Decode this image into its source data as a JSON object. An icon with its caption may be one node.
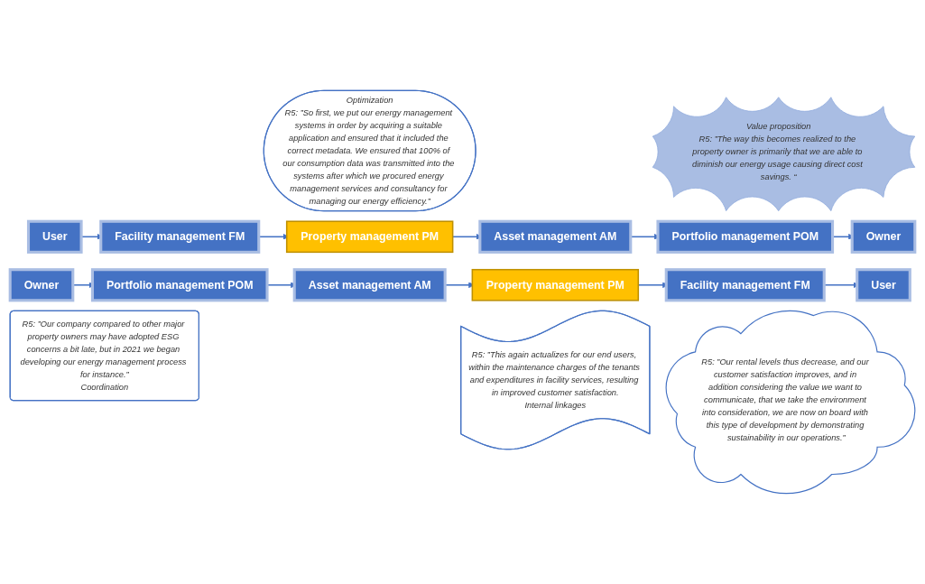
{
  "diagram": {
    "nodes": [
      {
        "text": [
          "Optimization",
          "R5: ”So first, we put our energy management systems in order by acquiring a suitable application and ensured that it included the correct metadata. We ensured that 100% of our consumption data was transmitted into the systems after which we procured energy management services and consultancy for managing our energy efficiency.”"
        ]
      },
      {
        "text": [
          "Value proposition",
          "R5: ”The way this becomes realized to the property owner is primarily that we are able to diminish our energy usage causing direct cost savings. “"
        ]
      },
      {
        "text": [
          "User"
        ]
      },
      {
        "text": [
          "Facility management FM"
        ]
      },
      {
        "text": [
          "Property management PM"
        ]
      },
      {
        "text": [
          "Asset management AM"
        ]
      },
      {
        "text": [
          "Portfolio management POM"
        ]
      },
      {
        "text": [
          "Owner"
        ]
      },
      {
        "text": [
          "Owner"
        ]
      },
      {
        "text": [
          "Portfolio management POM"
        ]
      },
      {
        "text": [
          "Asset management AM"
        ]
      },
      {
        "text": [
          "Property management PM"
        ]
      },
      {
        "text": [
          "Facility management FM"
        ]
      },
      {
        "text": [
          "User"
        ]
      },
      {
        "text": [
          "R5: ”Our rental levels thus decrease, and our customer satisfaction improves, and in addition considering the value we want to communicate, that we take the environment into consideration, we are now on board with this type of development by demonstrating sustainability in our operations.”"
        ]
      },
      {
        "text": [
          "R5: ”Our company compared to other major property owners may have adopted ESG concerns a bit late, but in 2021 we began developing our energy management process for instance.”",
          "Coordination"
        ]
      },
      {
        "text": [
          "R5: ”This again actualizes for our end users, within the maintenance charges of the tenants and expenditures in facility services, resulting in improved customer satisfaction.",
          "Internal linkages"
        ]
      }
    ],
    "edges": [
      {
        "from": 2,
        "to": 3,
        "arrow": "to"
      },
      {
        "from": 3,
        "to": 4,
        "arrow": "to"
      },
      {
        "from": 4,
        "to": 5,
        "arrow": "to"
      },
      {
        "from": 5,
        "to": 6,
        "arrow": "to"
      },
      {
        "from": 6,
        "to": 7,
        "arrow": "to"
      },
      {
        "from": 8,
        "to": 9,
        "arrow": "to"
      },
      {
        "from": 9,
        "to": 10,
        "arrow": "to"
      },
      {
        "from": 10,
        "to": 11,
        "arrow": "to"
      },
      {
        "from": 11,
        "to": 12,
        "arrow": "to"
      },
      {
        "from": 12,
        "to": 13,
        "arrow": "to"
      }
    ]
  }
}
